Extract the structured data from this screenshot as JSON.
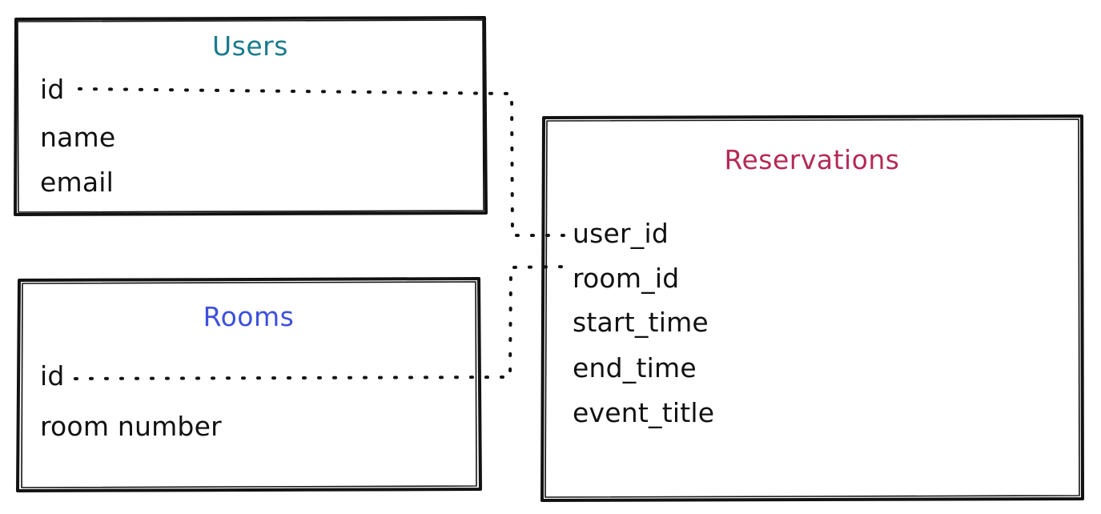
{
  "diagram": {
    "type": "entity-relationship-diagram",
    "style": "hand-drawn-sketch",
    "background_color": "#ffffff",
    "stroke_color": "#121212",
    "entities": [
      {
        "id": "users",
        "title": "Users",
        "title_color": "#1a7b8c",
        "fields": [
          {
            "name": "id"
          },
          {
            "name": "name"
          },
          {
            "name": "email"
          }
        ]
      },
      {
        "id": "rooms",
        "title": "Rooms",
        "title_color": "#3d50dd",
        "fields": [
          {
            "name": "id"
          },
          {
            "name": "room number"
          }
        ]
      },
      {
        "id": "reservations",
        "title": "Reservations",
        "title_color": "#b52a55",
        "fields": [
          {
            "name": "user_id"
          },
          {
            "name": "room_id"
          },
          {
            "name": "start_time"
          },
          {
            "name": "end_time"
          },
          {
            "name": "event_title"
          }
        ]
      }
    ],
    "relationships": [
      {
        "id": "users-id-to-reservations-user-id",
        "from_entity": "Users",
        "from_field": "id",
        "to_entity": "Reservations",
        "to_field": "user_id",
        "line_style": "dotted"
      },
      {
        "id": "rooms-id-to-reservations-room-id",
        "from_entity": "Rooms",
        "from_field": "id",
        "to_entity": "Reservations",
        "to_field": "room_id",
        "line_style": "dotted"
      }
    ]
  }
}
